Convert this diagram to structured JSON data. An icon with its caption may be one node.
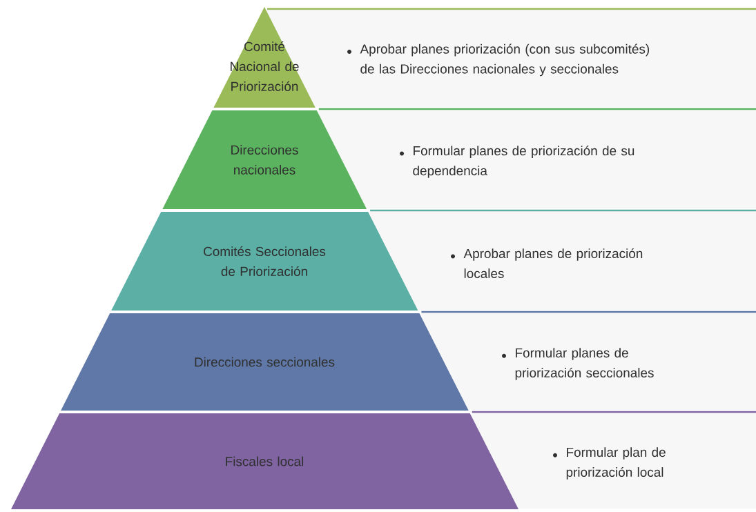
{
  "diagram": {
    "nodes": [
      {
        "text": [
          "Comité Nacional de Priorización"
        ]
      },
      {
        "text": [
          "Aprobar planes priorización (con sus subcomités) de las Direcciones nacionales y seccionales"
        ]
      },
      {
        "text": [
          "Direcciones nacionales"
        ]
      },
      {
        "text": [
          "Formular planes de priorización de su dependencia"
        ]
      },
      {
        "text": [
          "Comités Seccionales de Priorización"
        ]
      },
      {
        "text": [
          "Aprobar planes de priorización locales"
        ]
      },
      {
        "text": [
          "Direcciones seccionales"
        ]
      },
      {
        "text": [
          "Formular planes de priorización seccionales"
        ]
      },
      {
        "text": [
          "Fiscales local"
        ]
      },
      {
        "text": [
          "Formular plan de priorización local"
        ]
      }
    ]
  }
}
